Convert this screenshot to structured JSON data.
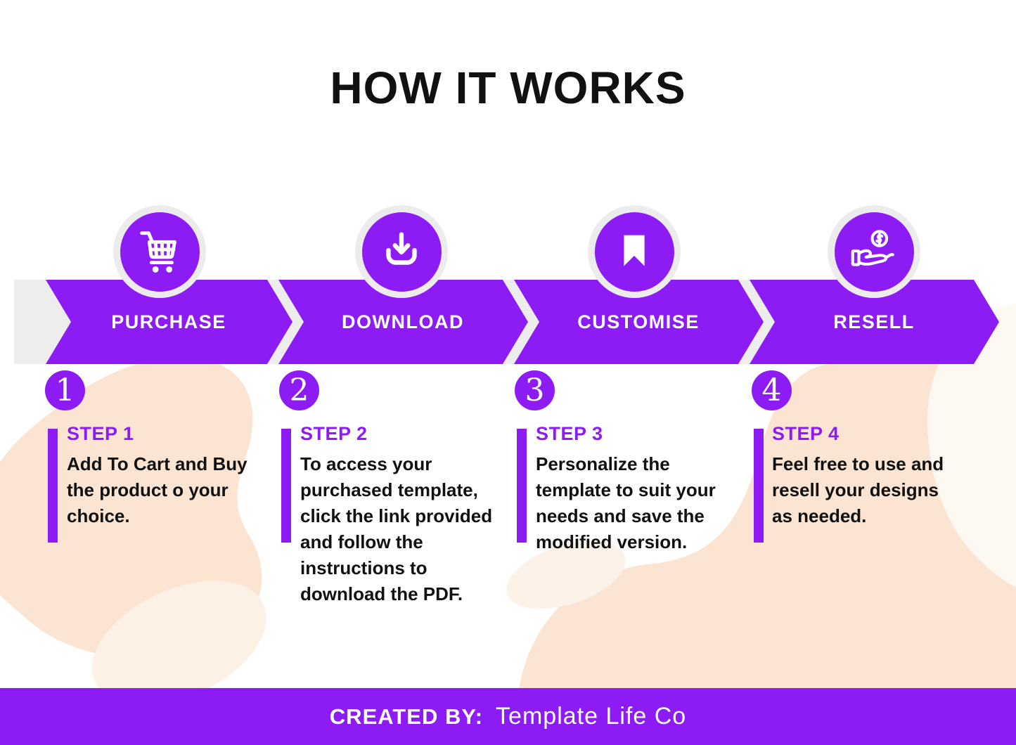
{
  "title": "HOW IT WORKS",
  "colors": {
    "accent_purple": "#8C1BF4",
    "track_gray": "#EDEDED",
    "ring_gray": "#ECECEC",
    "blob_peach": "#FBE5D2",
    "blob_peach_light": "#FDF1E6",
    "blob_peach_lightest": "#FEF8F2",
    "text_black": "#111111",
    "text_white": "#FFFFFF"
  },
  "stages": [
    {
      "label": "PURCHASE",
      "icon": "cart-icon",
      "number": "1",
      "step_title": "STEP 1",
      "description": "Add To Cart and Buy\nthe product o your\nchoice."
    },
    {
      "label": "DOWNLOAD",
      "icon": "download-icon",
      "number": "2",
      "step_title": "STEP 2",
      "description": "To access your\npurchased template,\nclick the link provided\nand follow the\ninstructions to\ndownload the PDF."
    },
    {
      "label": "CUSTOMISE",
      "icon": "bookmark-icon",
      "number": "3",
      "step_title": "STEP 3",
      "description": "Personalize the\ntemplate to suit your\nneeds and save the\nmodified version."
    },
    {
      "label": "RESELL",
      "icon": "coin-hand-icon",
      "number": "4",
      "step_title": "STEP 4",
      "description": "Feel free to use and\nresell your designs\nas needed."
    }
  ],
  "footer": {
    "created_by_label": "CREATED BY:",
    "author": "Template Life Co"
  }
}
